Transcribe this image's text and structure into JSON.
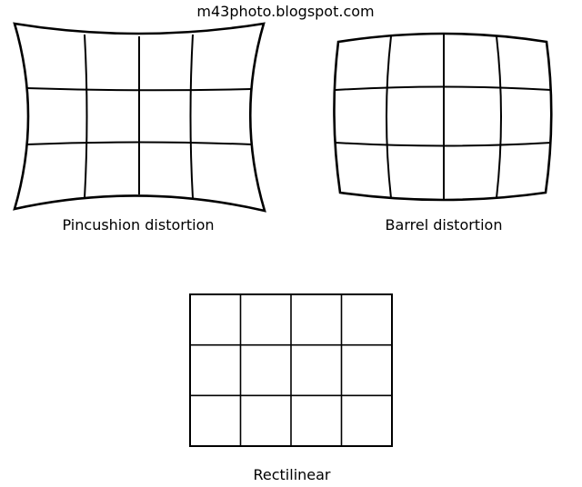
{
  "watermark": "m43photo.blogspot.com",
  "diagrams": {
    "pincushion": {
      "label": "Pincushion distortion"
    },
    "barrel": {
      "label": "Barrel distortion"
    },
    "rectilinear": {
      "label": "Rectilinear"
    }
  }
}
